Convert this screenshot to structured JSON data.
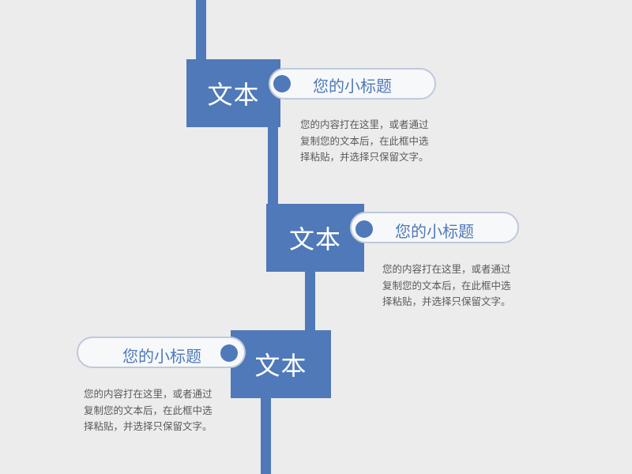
{
  "items": [
    {
      "box_label": "文本",
      "title": "您的小标题",
      "body": "您的内容打在这里，或者通过复制您的文本后，在此框中选择粘贴，并选择只保留文字。"
    },
    {
      "box_label": "文本",
      "title": "您的小标题",
      "body": "您的内容打在这里，或者通过复制您的文本后，在此框中选择粘贴，并选择只保留文字。"
    },
    {
      "box_label": "文本",
      "title": "您的小标题",
      "body": "您的内容打在这里，或者通过复制您的文本后，在此框中选择粘贴，并选择只保留文字。"
    }
  ],
  "colors": {
    "accent": "#4f79b8",
    "background": "#ececed",
    "pill_border": "#bfc9db",
    "body_text": "#5a5a5a"
  }
}
